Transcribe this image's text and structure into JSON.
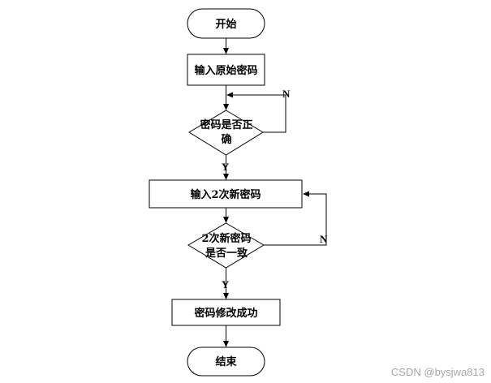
{
  "flowchart": {
    "start_label": "开始",
    "input_original_label": "输入原始密码",
    "check_password_line1": "密码是否正",
    "check_password_line2": "确",
    "input_new_label": "输入2次新密码",
    "check_consistent_line1": "2次新密码",
    "check_consistent_line2": "是否一致",
    "success_label": "密码修改成功",
    "end_label": "结束",
    "yes_label_1": "Y",
    "no_label_1": "N",
    "yes_label_2": "Y",
    "no_label_2": "N"
  },
  "watermark": {
    "text": "CSDN @bysjwa813"
  }
}
